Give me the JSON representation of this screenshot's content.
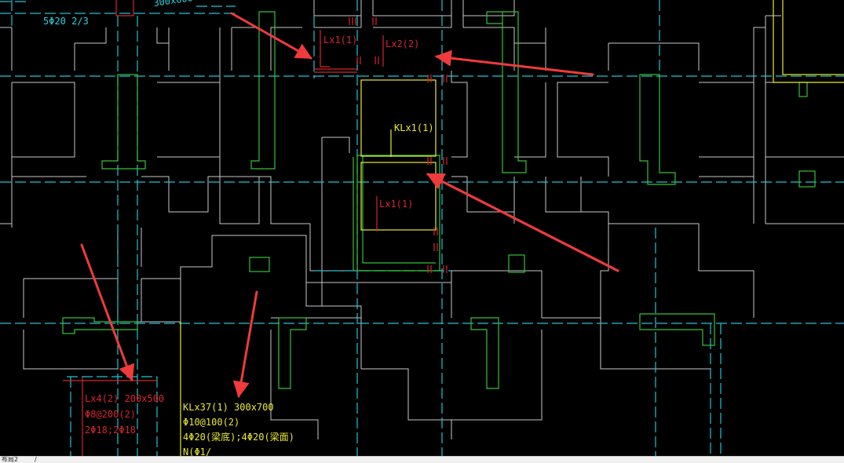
{
  "colors": {
    "background": "#000000",
    "wall_outline": "#c8c8c8",
    "column_green": "#35c235",
    "axis_cyan": "#1fc4d6",
    "beam_red": "#d7262e",
    "beam_yellow": "#eaea32",
    "arrow_red": "#ef3b3b",
    "axis_label": "#2fd0e0"
  },
  "top_labels": {
    "rebar_note": "5Φ20 2/3",
    "beam_size_partial": "300x600"
  },
  "beam_labels": {
    "lx1_top": "Lx1(1)",
    "lx2": "Lx2(2)",
    "klx1": "KLx1(1)",
    "lx1_mid": "Lx1(1)"
  },
  "lx4_note": {
    "line1": "Lx4(2) 200x500",
    "line2": "Φ8@200(2)",
    "line3": "2Φ18;2Φ18"
  },
  "klx37_note": {
    "line1": "KLx37(1) 300x700",
    "line2": "Φ10@100(2)",
    "line3": "4Φ20(梁底);4Φ20(梁面)",
    "line4": "N(Φ1/"
  },
  "status_bar": {
    "text": "布局2"
  },
  "arrows": [
    {
      "name": "arrow-to-lx1-top"
    },
    {
      "name": "arrow-to-lx2"
    },
    {
      "name": "arrow-to-lx1-mid"
    },
    {
      "name": "arrow-to-lx4"
    },
    {
      "name": "arrow-to-klx37"
    }
  ]
}
